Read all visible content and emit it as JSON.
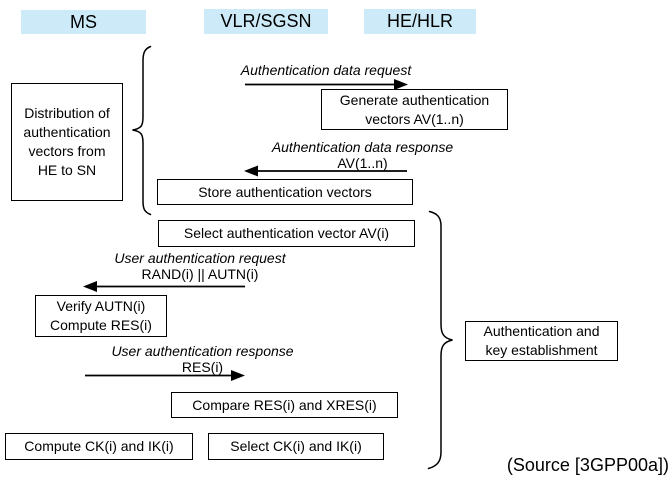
{
  "headers": [
    {
      "label": "MS"
    },
    {
      "label": "VLR/SGSN"
    },
    {
      "label": "HE/HLR"
    }
  ],
  "boxes": {
    "distribution": {
      "lines": [
        "Distribution of",
        "authentication",
        "vectors from",
        "HE to SN"
      ]
    },
    "generate": {
      "lines": [
        "Generate authentication",
        "vectors AV(1..n)"
      ]
    },
    "store": {
      "lines": [
        "Store authentication vectors"
      ]
    },
    "select_av": {
      "lines": [
        "Select authentication vector AV(i)"
      ]
    },
    "verify": {
      "lines": [
        "Verify AUTN(i)",
        "Compute RES(i)"
      ]
    },
    "compare": {
      "lines": [
        "Compare RES(i) and XRES(i)"
      ]
    },
    "compute_ck": {
      "lines": [
        "Compute CK(i) and IK(i)"
      ]
    },
    "select_ck": {
      "lines": [
        "Select CK(i) and IK(i)"
      ]
    },
    "auth_key": {
      "lines": [
        "Authentication and",
        "key establishment"
      ]
    }
  },
  "messages": {
    "auth_data_request": {
      "label": "Authentication data request",
      "sublabel": "",
      "direction": "right"
    },
    "auth_data_response": {
      "label": "Authentication data response",
      "sublabel": "AV(1..n)",
      "direction": "left"
    },
    "user_auth_request": {
      "label": "User authentication request",
      "sublabel": "RAND(i) || AUTN(i)",
      "direction": "left"
    },
    "user_auth_response": {
      "label": "User authentication response",
      "sublabel": "RES(i)",
      "direction": "right"
    }
  },
  "source_note": "(Source [3GPP00a])",
  "colors": {
    "header_bg": "#cdeaf8",
    "line": "#000000",
    "box_bg": "#ffffff",
    "text": "#000000"
  }
}
